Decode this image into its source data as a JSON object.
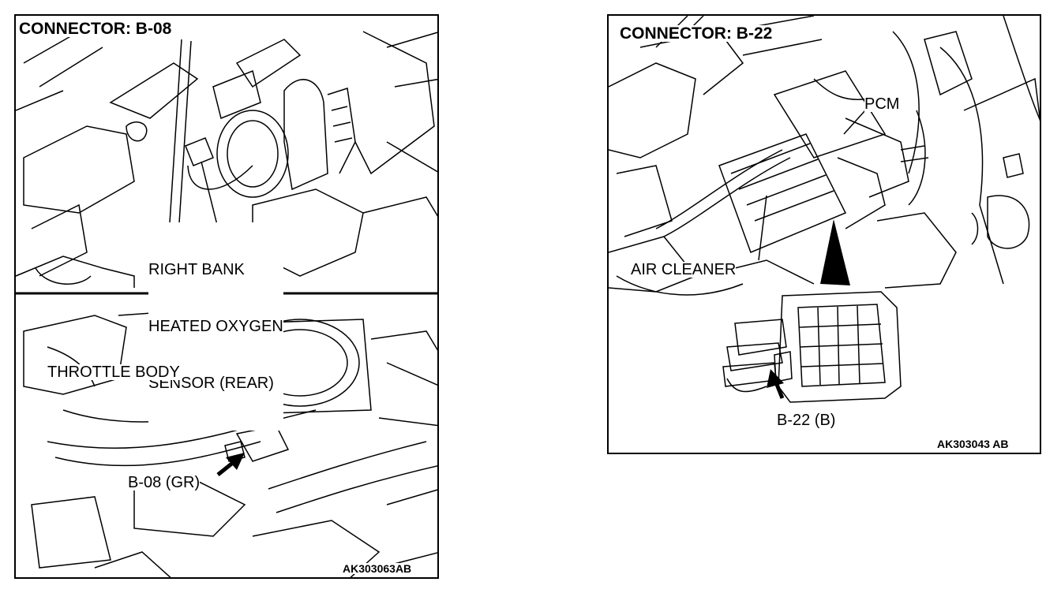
{
  "left_panel": {
    "title": "CONNECTOR: B-08",
    "sensor_label_line1": "RIGHT BANK",
    "sensor_label_line2": "HEATED OXYGEN",
    "sensor_label_line3": "SENSOR (REAR)",
    "throttle_label": "THROTTLE BODY",
    "connector_label": "B-08 (GR)",
    "figure_code": "AK303063AB"
  },
  "right_panel": {
    "title": "CONNECTOR: B-22",
    "pcm_label": "PCM",
    "air_cleaner_label": "AIR CLEANER",
    "connector_label": "B-22 (B)",
    "figure_code": "AK303043 AB"
  }
}
